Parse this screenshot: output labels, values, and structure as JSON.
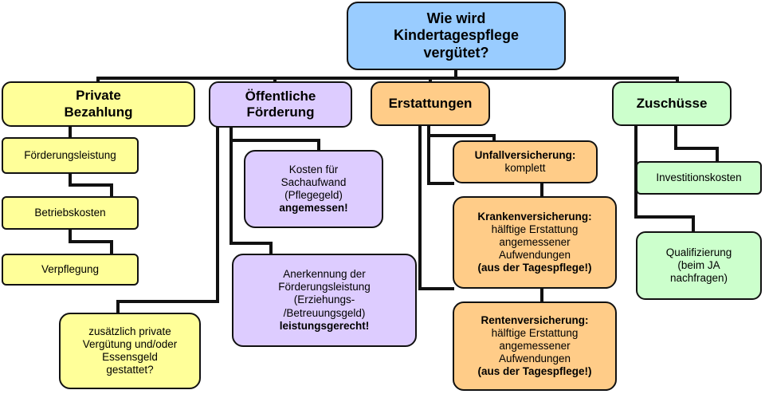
{
  "root": {
    "line1": "Wie wird",
    "line2": "Kindertagespflege",
    "line3": "vergütet?"
  },
  "colors": {
    "root": "#99ccff",
    "private": "#ffff99",
    "public": "#ddccff",
    "refund": "#ffcc88",
    "grants": "#ccffcc"
  },
  "private": {
    "title1": "Private",
    "title2": "Bezahlung",
    "items": [
      "Förderungsleistung",
      "Betriebskosten",
      "Verpflegung"
    ]
  },
  "public": {
    "title1": "Öffentliche",
    "title2": "Förderung",
    "kosten": {
      "l1": "Kosten für",
      "l2": "Sachaufwand",
      "l3": "(Pflegegeld)",
      "l4": "angemessen!"
    },
    "anerkennung": {
      "l1": "Anerkennung der",
      "l2": "Förderungsleistung",
      "l3": "(Erziehungs-",
      "l4": "/Betreuungsgeld)",
      "l5": "leistungsgerecht!"
    },
    "zusatz": {
      "l1": "zusätzlich private",
      "l2": "Vergütung und/oder",
      "l3": "Essensgeld",
      "l4": "gestattet?"
    }
  },
  "refund": {
    "title": "Erstattungen",
    "unfall": {
      "l1": "Unfallversicherung:",
      "l2": "komplett"
    },
    "kranken": {
      "l1": "Krankenversicherung:",
      "l2": "hälftige Erstattung",
      "l3": "angemessener",
      "l4": "Aufwendungen",
      "l5": "(aus der Tagespflege!)"
    },
    "renten": {
      "l1": "Rentenversicherung:",
      "l2": "hälftige Erstattung",
      "l3": "angemessener",
      "l4": "Aufwendungen",
      "l5": "(aus der Tagespflege!)"
    }
  },
  "grants": {
    "title": "Zuschüsse",
    "invest": "Investitionskosten",
    "quali": {
      "l1": "Qualifizierung",
      "l2": "(beim JA",
      "l3": "nachfragen)"
    }
  }
}
